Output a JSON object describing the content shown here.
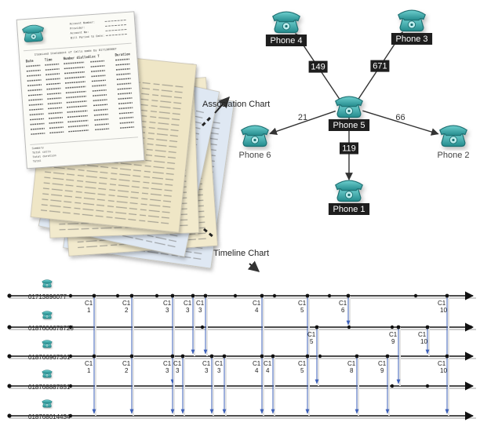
{
  "association": {
    "label": "Association Chart",
    "nodes": [
      {
        "id": "phone4",
        "label": "Phone 4",
        "highlight": true
      },
      {
        "id": "phone3",
        "label": "Phone 3",
        "highlight": true
      },
      {
        "id": "phone5",
        "label": "Phone 5",
        "highlight": true
      },
      {
        "id": "phone6",
        "label": "Phone 6",
        "highlight": false
      },
      {
        "id": "phone2",
        "label": "Phone 2",
        "highlight": false
      },
      {
        "id": "phone1",
        "label": "Phone 1",
        "highlight": true
      }
    ],
    "edges": [
      {
        "from": "phone5",
        "to": "phone4",
        "value": "149",
        "boxed": true
      },
      {
        "from": "phone5",
        "to": "phone3",
        "value": "671",
        "boxed": true
      },
      {
        "from": "phone5",
        "to": "phone6",
        "value": "21",
        "boxed": false
      },
      {
        "from": "phone5",
        "to": "phone2",
        "value": "66",
        "boxed": false
      },
      {
        "from": "phone5",
        "to": "phone1",
        "value": "119",
        "boxed": true
      }
    ]
  },
  "timeline": {
    "label": "Timeline Chart",
    "lanes": [
      "01713896077",
      "0187606678725",
      "018766967361",
      "018768887851",
      "018768014434"
    ],
    "calls": [
      {
        "id": "C1",
        "n": "1"
      },
      {
        "id": "C1",
        "n": "2"
      },
      {
        "id": "C1",
        "n": "3"
      },
      {
        "id": "C1",
        "n": "3"
      },
      {
        "id": "C1",
        "n": "3"
      },
      {
        "id": "C1",
        "n": "4"
      },
      {
        "id": "C1",
        "n": "5"
      },
      {
        "id": "C1",
        "n": "5"
      },
      {
        "id": "C1",
        "n": "6"
      },
      {
        "id": "C1",
        "n": "9"
      },
      {
        "id": "C1",
        "n": "10"
      },
      {
        "id": "C1",
        "n": "10"
      },
      {
        "id": "C1",
        "n": "1"
      },
      {
        "id": "C1",
        "n": "2"
      },
      {
        "id": "C1",
        "n": "3"
      },
      {
        "id": "C1",
        "n": "3"
      },
      {
        "id": "C1",
        "n": "3"
      },
      {
        "id": "C1",
        "n": "3"
      },
      {
        "id": "C1",
        "n": "4"
      },
      {
        "id": "C1",
        "n": "4"
      },
      {
        "id": "C1",
        "n": "5"
      },
      {
        "id": "C1",
        "n": "8"
      },
      {
        "id": "C1",
        "n": "9"
      },
      {
        "id": "C1",
        "n": "10"
      }
    ]
  },
  "document": {
    "title": "Itemized Statement of Calls made by 0171389607",
    "header_fields": [
      "Account Number:",
      "Provider:",
      "Account No:",
      "Bill Period to Date:"
    ],
    "columns": [
      "Date",
      "Time",
      "Number dialled",
      "Loc T",
      "Duration"
    ],
    "footer": [
      "Summary",
      "Total calls",
      "Total duration",
      "Total"
    ]
  },
  "colors": {
    "phone": "#3aa6a6",
    "phone_dark": "#1f6f72",
    "label_bg": "#1e1e1e",
    "arrow": "#3b5fb8",
    "lane": "#111111",
    "paper_white": "#fbfbf6",
    "paper_yellow": "#f2eacd",
    "paper_blue": "#dfe8f3"
  },
  "icons": [
    "phone-icon",
    "pointer-arrow-icon"
  ]
}
